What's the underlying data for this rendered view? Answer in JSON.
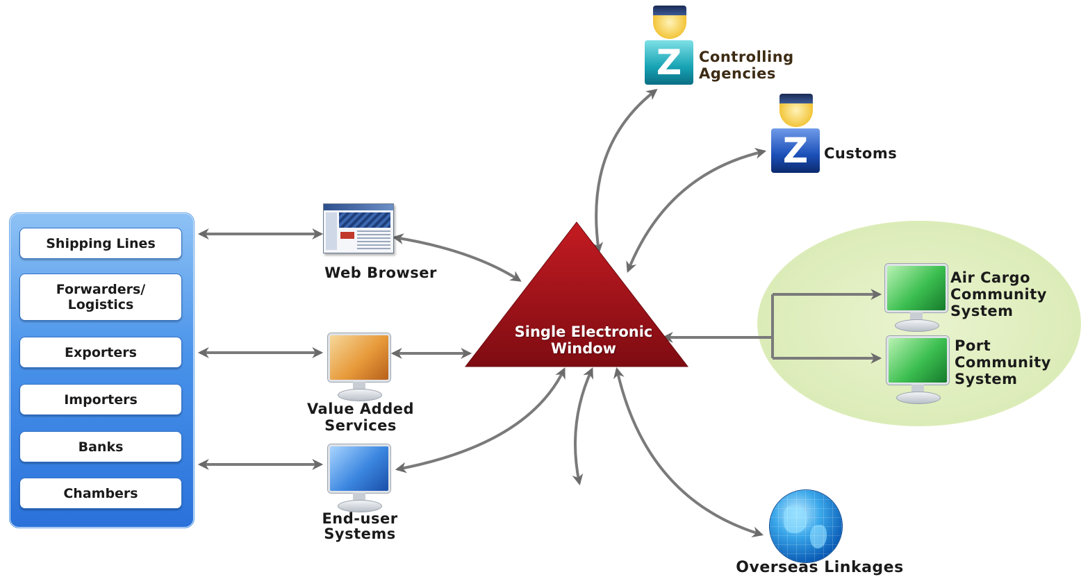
{
  "stakeholders": {
    "items": [
      {
        "label": "Shipping Lines"
      },
      {
        "label": "Forwarders/\nLogistics"
      },
      {
        "label": "Exporters"
      },
      {
        "label": "Importers"
      },
      {
        "label": "Banks"
      },
      {
        "label": "Chambers"
      }
    ]
  },
  "channels": {
    "web_browser": "Web Browser",
    "value_added": "Value Added\nServices",
    "end_user": "End-user\nSystems"
  },
  "center": {
    "label": "Single Electronic\nWindow",
    "color": "#a8121a"
  },
  "agencies": {
    "controlling": "Controlling\nAgencies",
    "customs": "Customs"
  },
  "community": {
    "air_cargo": "Air Cargo\nCommunity\nSystem",
    "port": "Port\nCommunity\nSystem"
  },
  "overseas": "Overseas Linkages",
  "icons": {
    "officer_letter": "Z"
  }
}
